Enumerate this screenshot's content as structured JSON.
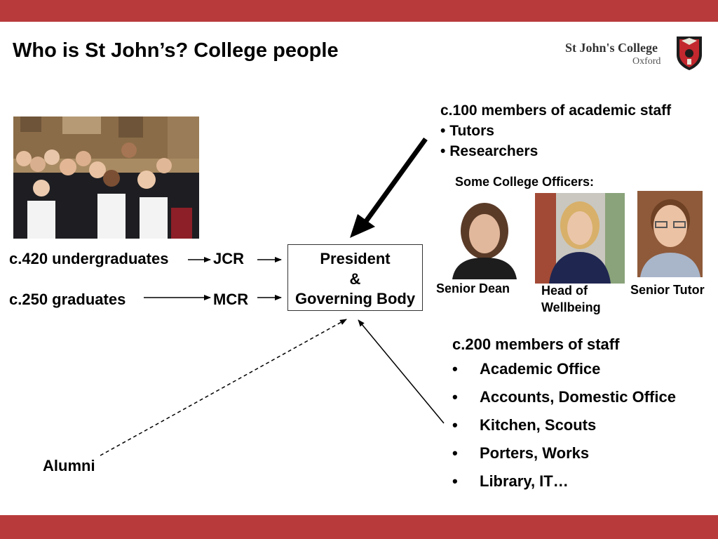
{
  "slide": {
    "title": "Who is St John’s? College people",
    "logo": {
      "name": "St John's College",
      "location": "Oxford"
    }
  },
  "students": {
    "undergraduates": "c.420 undergraduates",
    "graduates": "c.250 graduates",
    "jcr": "JCR",
    "mcr": "MCR"
  },
  "governance": {
    "line1": "President",
    "line2": "&",
    "line3": "Governing Body"
  },
  "academic_staff": {
    "heading": "c.100 members of academic staff",
    "items": [
      "Tutors",
      "Researchers"
    ]
  },
  "officers": {
    "heading": "Some College Officers:",
    "people": [
      {
        "role": "Senior Dean"
      },
      {
        "role_line1": "Head of",
        "role_line2": "Wellbeing"
      },
      {
        "role": "Senior Tutor"
      }
    ]
  },
  "staff": {
    "heading": "c.200 members of staff",
    "items": [
      "Academic Office",
      "Accounts, Domestic Office",
      "Kitchen, Scouts",
      "Porters, Works",
      "Library, IT…"
    ]
  },
  "alumni": "Alumni",
  "colors": {
    "brand_band": "#b83a3b",
    "crest_red": "#c2282e",
    "text": "#000000"
  }
}
